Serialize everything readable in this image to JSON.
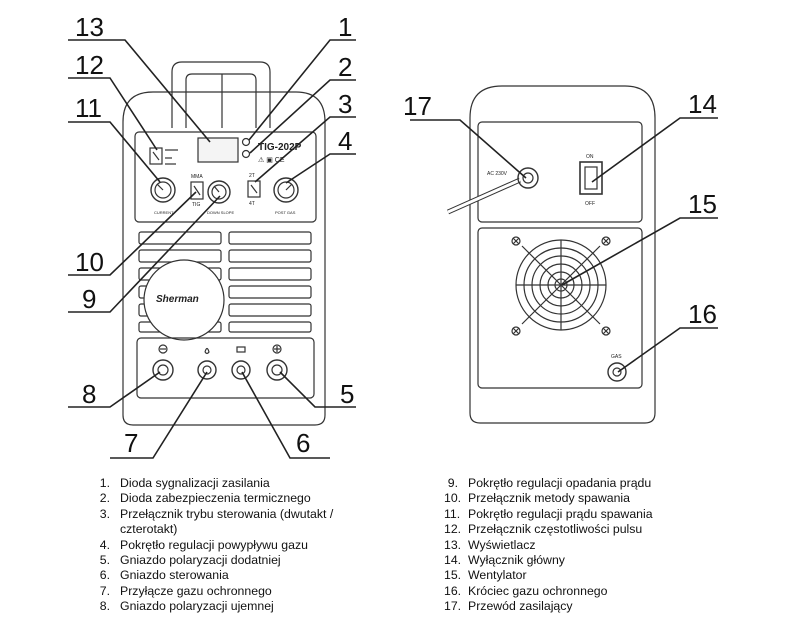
{
  "callouts": [
    "1",
    "2",
    "3",
    "4",
    "5",
    "6",
    "7",
    "8",
    "9",
    "10",
    "11",
    "12",
    "13",
    "14",
    "15",
    "16",
    "17"
  ],
  "front_panel": {
    "model": "TIG-202P",
    "brand": "Sherman",
    "mode_mma": "MMA",
    "mode_tig": "TIG",
    "trigger_2t": "2T",
    "trigger_4t": "4T",
    "knob_current": "CURRENT",
    "knob_down_slope": "DOWN SLOPE",
    "knob_post_gas": "POST GAS"
  },
  "rear_panel": {
    "power_label": "AC 230V",
    "switch_on": "ON",
    "switch_off": "OFF",
    "gas_label": "GAS"
  },
  "legend": {
    "left": [
      {
        "num": "1.",
        "text": "Dioda sygnalizacji zasilania"
      },
      {
        "num": "2.",
        "text": "Dioda zabezpieczenia termicznego"
      },
      {
        "num": "3.",
        "text": "Przełącznik trybu sterowania  (dwutakt /"
      },
      {
        "num": "",
        "text": "czterotakt)"
      },
      {
        "num": "4.",
        "text": "Pokrętło regulacji powypływu gazu"
      },
      {
        "num": "5.",
        "text": "Gniazdo polaryzacji dodatniej"
      },
      {
        "num": "6.",
        "text": "Gniazdo sterowania"
      },
      {
        "num": "7.",
        "text": "Przyłącze gazu ochronnego"
      },
      {
        "num": "8.",
        "text": "Gniazdo polaryzacji ujemnej"
      }
    ],
    "right": [
      {
        "num": "9.",
        "text": "Pokrętło regulacji opadania prądu"
      },
      {
        "num": "10.",
        "text": "Przełącznik metody spawania"
      },
      {
        "num": "11.",
        "text": "Pokrętło regulacji prądu spawania"
      },
      {
        "num": "12.",
        "text": "Przełącznik częstotliwości pulsu"
      },
      {
        "num": "13.",
        "text": "Wyświetlacz"
      },
      {
        "num": "14.",
        "text": "Wyłącznik główny"
      },
      {
        "num": "15.",
        "text": "Wentylator"
      },
      {
        "num": "16.",
        "text": "Króciec gazu ochronnego"
      },
      {
        "num": "17.",
        "text": "Przewód zasilający"
      }
    ]
  }
}
